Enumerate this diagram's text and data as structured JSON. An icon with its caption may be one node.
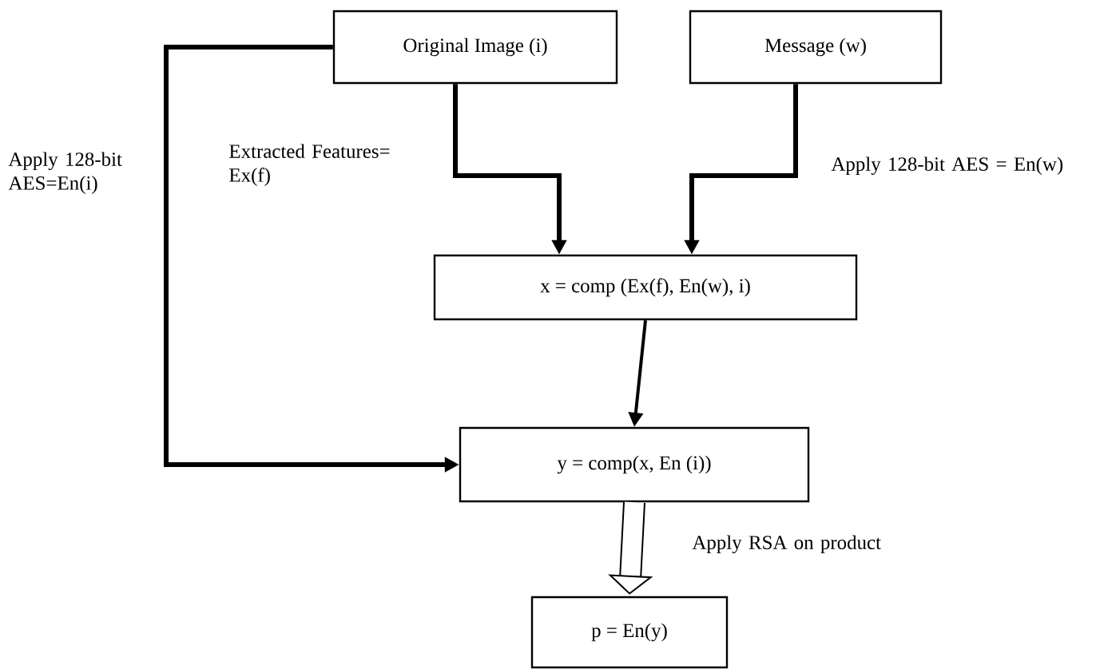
{
  "diagram": {
    "nodes": [
      {
        "text": [
          "Original Image (i)"
        ]
      },
      {
        "text": [
          "Message (w)"
        ]
      },
      {
        "text": [
          "x = comp (Ex(f), En(w), i)"
        ]
      },
      {
        "text": [
          "y = comp(x, En (i))"
        ]
      },
      {
        "text": [
          "p = En(y)"
        ]
      }
    ],
    "edges": [
      {
        "from": 0,
        "to": 2,
        "arrow": "to",
        "label": "Extracted Features= Ex(f)"
      },
      {
        "from": 1,
        "to": 2,
        "arrow": "to",
        "label": "Apply 128-bit AES = En(w)"
      },
      {
        "from": 0,
        "to": 3,
        "arrow": "to",
        "label": "Apply 128-bit AES=En(i)"
      },
      {
        "from": 2,
        "to": 3,
        "arrow": "to"
      },
      {
        "from": 3,
        "to": 4,
        "arrow": "to",
        "label": "Apply RSA on product",
        "style": "thick"
      }
    ]
  }
}
